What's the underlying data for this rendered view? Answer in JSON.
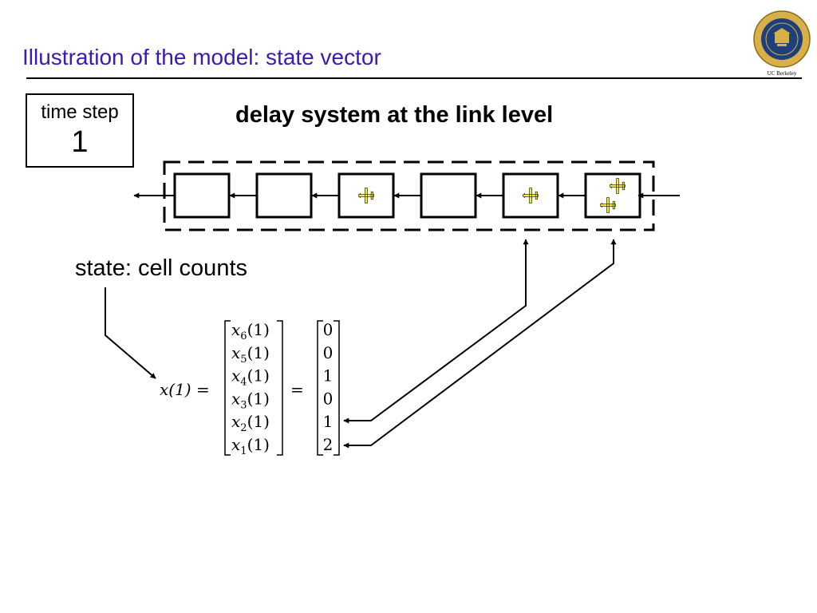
{
  "slide": {
    "title": "Illustration of the model: state vector",
    "title_color": "#3a1bb0",
    "rule_color": "#000000"
  },
  "logo": {
    "icon": "uc-berkeley-seal-icon",
    "caption": "UC Berkeley",
    "ring_color": "#d8b04a",
    "inner_color": "#1f3f7a"
  },
  "timestep": {
    "label": "time step",
    "value": "1"
  },
  "diagram": {
    "title": "delay system at the link level",
    "plane_icon": "airplane-icon",
    "plane_color": "#f2ea3a",
    "cells": [
      {
        "index": 6,
        "count": 0
      },
      {
        "index": 5,
        "count": 0
      },
      {
        "index": 4,
        "count": 1
      },
      {
        "index": 3,
        "count": 0
      },
      {
        "index": 2,
        "count": 1
      },
      {
        "index": 1,
        "count": 2
      }
    ]
  },
  "state": {
    "label": "state: cell counts",
    "lhs": "x(1) =",
    "equals": "=",
    "symbol": "x",
    "time": "1",
    "entries": [
      {
        "sub": "6",
        "value": "0"
      },
      {
        "sub": "5",
        "value": "0"
      },
      {
        "sub": "4",
        "value": "1"
      },
      {
        "sub": "3",
        "value": "0"
      },
      {
        "sub": "2",
        "value": "1"
      },
      {
        "sub": "1",
        "value": "2"
      }
    ]
  }
}
